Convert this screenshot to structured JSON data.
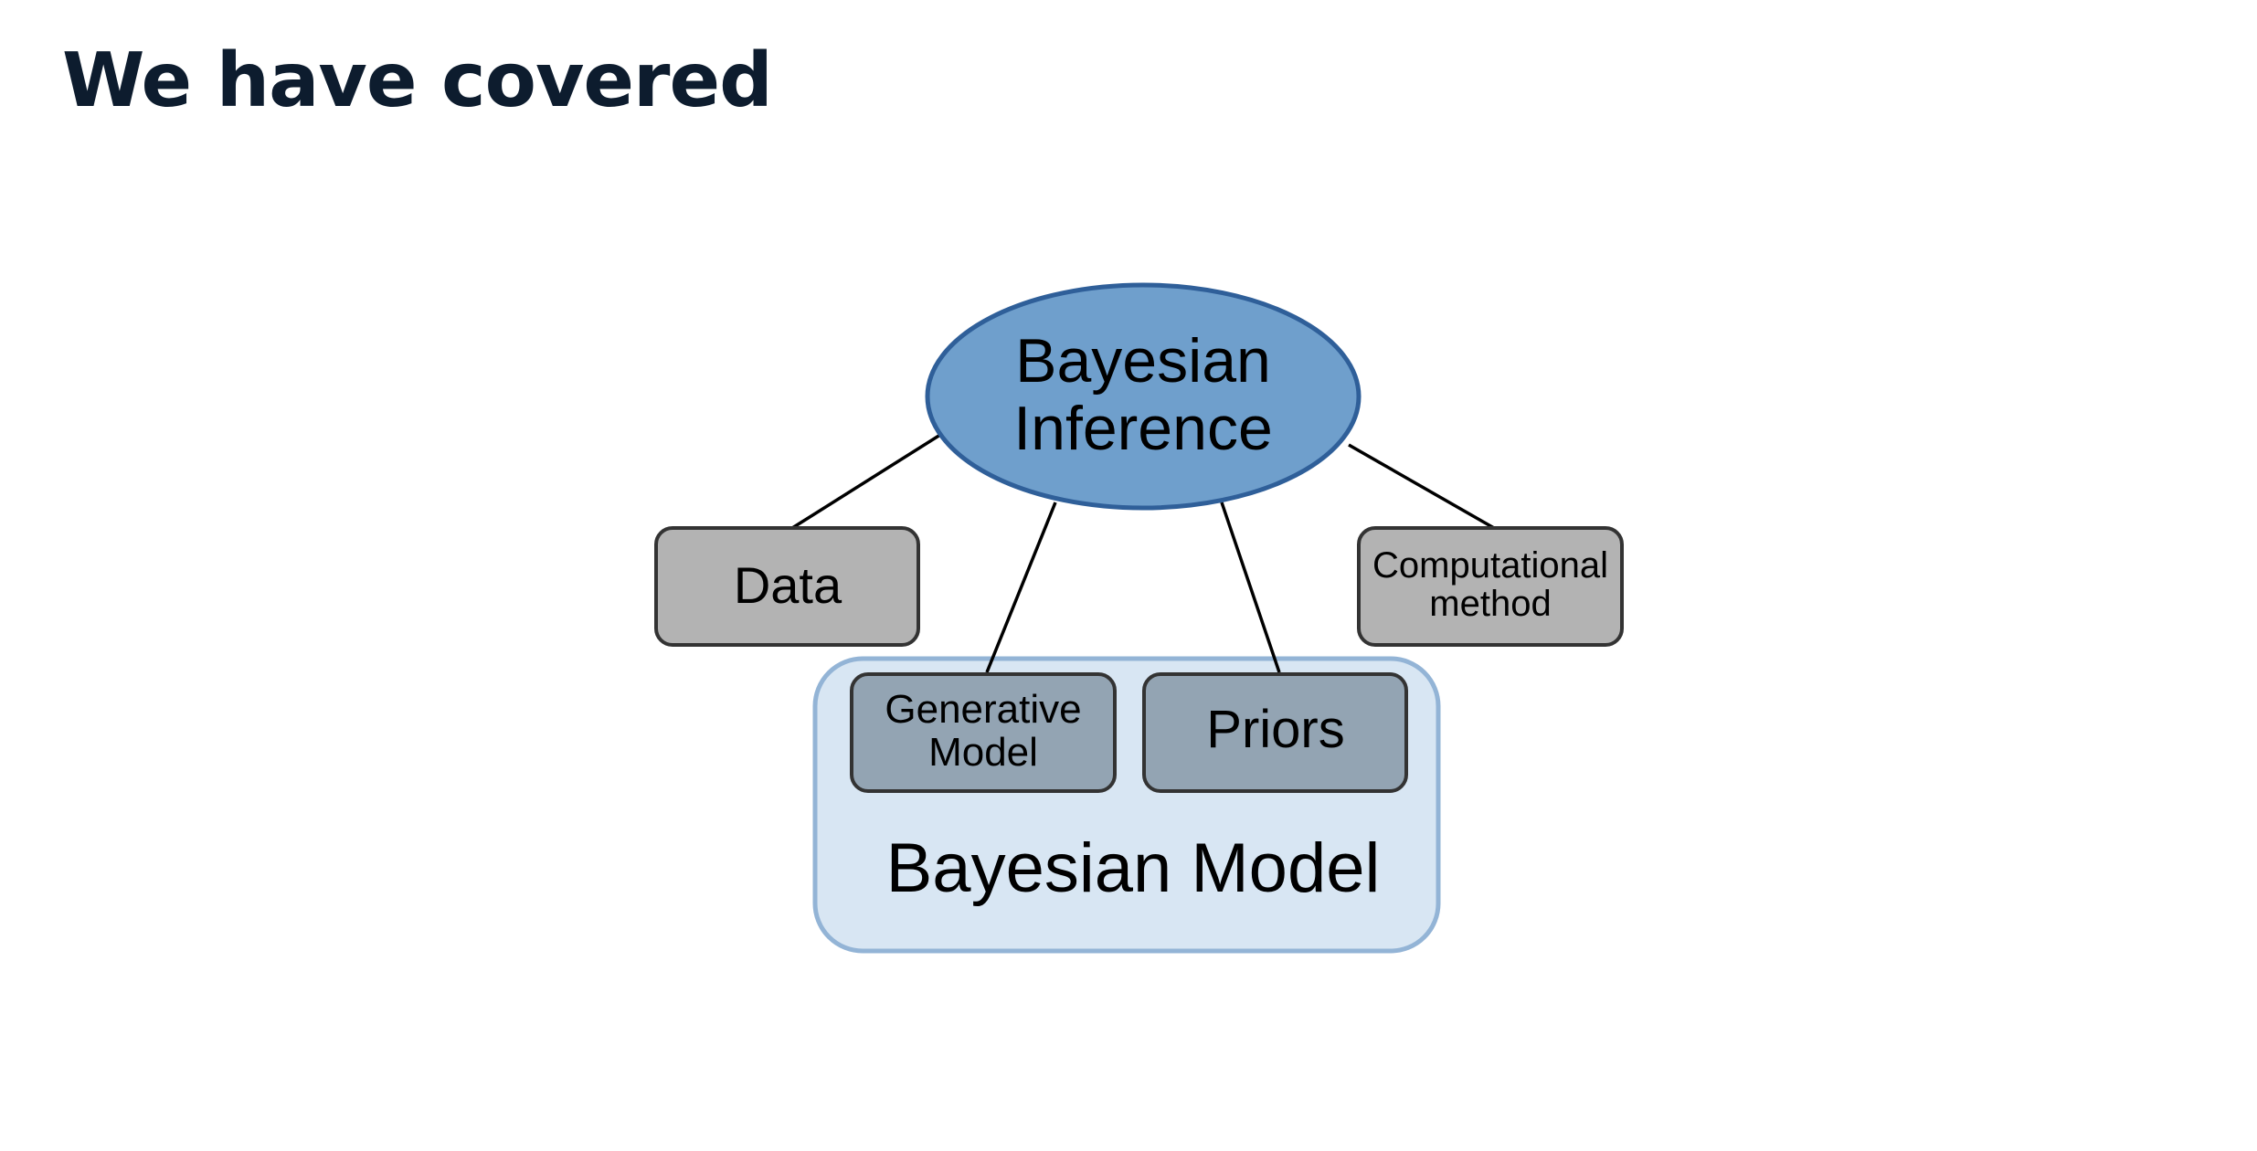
{
  "page": {
    "title": "We have covered"
  },
  "diagram": {
    "center": {
      "line1": "Bayesian",
      "line2": "Inference"
    },
    "data_box": "Data",
    "computational_box": {
      "line1": "Computational",
      "line2": "method"
    },
    "model_group": {
      "label": "Bayesian Model",
      "generative_box": {
        "line1": "Generative",
        "line2": "Model"
      },
      "priors_box": "Priors"
    },
    "colors": {
      "ellipse_fill": "#6f9fcc",
      "ellipse_stroke": "#2f5f99",
      "gray_box_fill": "#b3b3b3",
      "slate_box_fill": "#93a4b3",
      "group_fill": "#d8e6f3",
      "group_stroke": "#93b4d6",
      "box_stroke": "#333333"
    }
  }
}
